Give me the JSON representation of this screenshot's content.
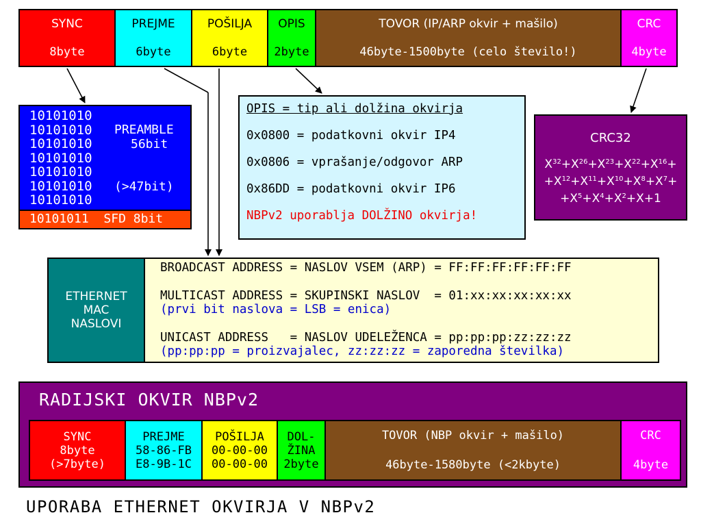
{
  "top_frame": {
    "cells": [
      {
        "name": "SYNC",
        "size": "8byte",
        "color": "#ff0000",
        "text_color": "#ffffff"
      },
      {
        "name": "PREJME",
        "size": "6byte",
        "color": "#00ffff",
        "text_color": "#000000"
      },
      {
        "name": "POŠILJA",
        "size": "6byte",
        "color": "#ffff00",
        "text_color": "#000000"
      },
      {
        "name": "OPIS",
        "size": "2byte",
        "color": "#00ff00",
        "text_color": "#000000"
      },
      {
        "name": "TOVOR (IP/ARP okvir + mašilo)",
        "size": "46byte-1500byte (celo število!)",
        "color": "#804d1a",
        "text_color": "#ffffff"
      },
      {
        "name": "CRC",
        "size": "4byte",
        "color": "#ff00ff",
        "text_color": "#ffffff"
      }
    ]
  },
  "preamble": {
    "bits": [
      "10101010",
      "10101010",
      "10101010",
      "10101010",
      "10101010",
      "10101010",
      "10101010"
    ],
    "label_1": "PREAMBLE",
    "label_2": "56bit",
    "label_3": "(>47bit)",
    "sfd_bits": "10101011",
    "sfd_label": "SFD 8bit"
  },
  "opis_box": {
    "title": "OPIS = tip ali dolžina okvirja",
    "line_1": "0x0800 = podatkovni okvir IP4",
    "line_2": "0x0806 = vprašanje/odgovor ARP",
    "line_3": "0x86DD = podatkovni okvir IP6",
    "note": "NBPv2 uporablja DOLŽINO okvirja!"
  },
  "crc32": {
    "title": "CRC32"
  },
  "mac": {
    "label": [
      "ETHERNET",
      "MAC",
      "NASLOVI"
    ],
    "broadcast": "BROADCAST ADDRESS = NASLOV VSEM (ARP) = FF:FF:FF:FF:FF:FF",
    "multicast": "MULTICAST ADDRESS = SKUPINSKI NASLOV  = 01:xx:xx:xx:xx:xx",
    "multicast_note": "(prvi bit naslova = LSB = enica)",
    "unicast": "UNICAST ADDRESS   = NASLOV UDELEŽENCA = pp:pp:pp:zz:zz:zz",
    "unicast_note": "(pp:pp:pp = proizvajalec, zz:zz:zz = zaporedna številka)"
  },
  "radio": {
    "title": "RADIJSKI OKVIR NBPv2",
    "cells": [
      {
        "lines": [
          "SYNC",
          "8byte",
          "(>7byte)"
        ],
        "color": "#ff0000",
        "text_color": "#ffffff"
      },
      {
        "lines": [
          "PREJME",
          "58-86-FB",
          "E8-9B-1C"
        ],
        "color": "#00ffff",
        "text_color": "#000000"
      },
      {
        "lines": [
          "POŠILJA",
          "00-00-00",
          "00-00-00"
        ],
        "color": "#ffff00",
        "text_color": "#000000"
      },
      {
        "lines": [
          "DOL-",
          "ŽINA",
          "2byte"
        ],
        "color": "#00ff00",
        "text_color": "#000000"
      },
      {
        "lines": [
          "TOVOR (NBP okvir + mašilo)",
          "46byte-1580byte (<2kbyte)"
        ],
        "color": "#804d1a",
        "text_color": "#ffffff"
      },
      {
        "lines": [
          "CRC",
          "4byte"
        ],
        "color": "#ff00ff",
        "text_color": "#ffffff"
      }
    ]
  },
  "footer": "UPORABA ETHERNET OKVIRJA V NBPv2"
}
